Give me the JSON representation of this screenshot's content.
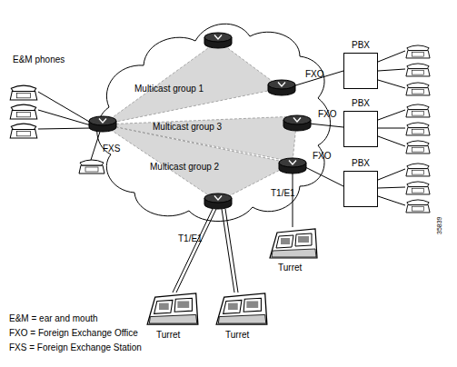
{
  "diagram": {
    "nodes": [
      {
        "text": [
          "PBX"
        ]
      },
      {
        "text": [
          "Multicast group 1"
        ]
      },
      {
        "text": [
          "PBX"
        ]
      },
      {
        "text": [
          "Multicast group 3"
        ]
      },
      {
        "text": [
          "PBX"
        ]
      },
      {
        "text": [
          "Multicast group 2"
        ]
      },
      {
        "text": [
          "Turret"
        ]
      },
      {
        "text": [
          "Turret"
        ]
      },
      {
        "text": [
          "Turret"
        ]
      }
    ],
    "labels": [
      "E&M phones",
      "FXO",
      "FXO",
      "FXS",
      "FXO",
      "T1/E1",
      "T1/E1",
      "35839",
      "E&M = ear and mouth",
      "FXO = Foreign Exchange Office",
      "FXS = Foreign Exchange Station"
    ]
  }
}
